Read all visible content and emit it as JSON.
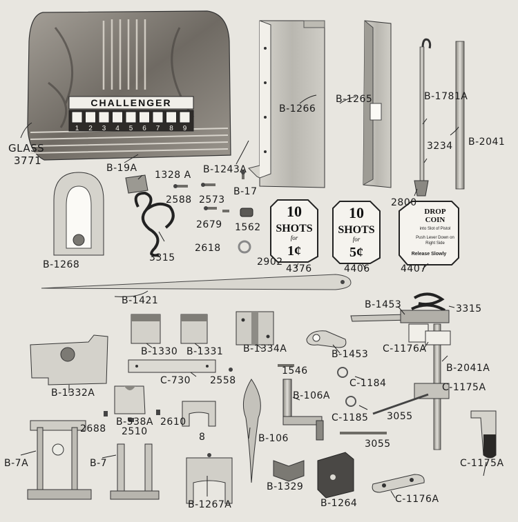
{
  "colors": {
    "paper": "#e8e6e0",
    "metal": "#c9c7c0",
    "metal_dark": "#6e6d68",
    "ink": "#1a1a1a",
    "glass": "#8a8680"
  },
  "glass_marquee": "CHALLENGER",
  "glass_digits": [
    "1",
    "2",
    "3",
    "4",
    "5",
    "6",
    "7",
    "8",
    "9"
  ],
  "cards": {
    "shots_1c": {
      "top": "10",
      "mid": "SHOTS",
      "for": "for",
      "price": "1¢"
    },
    "shots_5c": {
      "top": "10",
      "mid": "SHOTS",
      "for": "for",
      "price": "5¢"
    },
    "drop_coin": {
      "l1": "DROP",
      "l2": "COIN",
      "l3": "into Slot of Pistol",
      "l4": "Push Lever Down on",
      "l5": "Right Side",
      "l6": "Release Slowly"
    }
  },
  "labels": {
    "glass": "GLASS",
    "p3771": "3771",
    "b19a": "B-19A",
    "b1266": "B-1266",
    "b1265": "B-1265",
    "b1781a": "B-1781A",
    "p3234": "3234",
    "b2041": "B-2041",
    "b1243a": "B-1243A",
    "b17": "B-17",
    "p1328a": "1328 A",
    "p2588": "2588",
    "p2573": "2573",
    "p2800": "2800",
    "p2679": "2679",
    "p1562": "1562",
    "p2618": "2618",
    "p2902": "2902",
    "p3315a": "3315",
    "b1268": "B-1268",
    "p4376": "4376",
    "p4406": "4406",
    "p4407": "4407",
    "b1421": "B-1421",
    "b1453a": "B-1453",
    "p3315b": "3315",
    "b1330": "B-1330",
    "b1331": "B-1331",
    "b1334a": "B-1334A",
    "b1453b": "B-1453",
    "c1176a_a": "C-1176A",
    "b2041a": "B-2041A",
    "b1332a": "B-1332A",
    "c730": "C-730",
    "p2558": "2558",
    "p1546": "1546",
    "c1184": "C-1184",
    "b106a": "B-106A",
    "c1175a_a": "C-1175A",
    "c1185": "C-1185",
    "p3055a": "3055",
    "b538a": "B-538A",
    "p2688": "2688",
    "p2510": "2510",
    "p2610": "2610",
    "p8": "8",
    "b106": "B-106",
    "p3055b": "3055",
    "c1175a_b": "C-1175A",
    "b7a": "B-7A",
    "b7": "B-7",
    "b1267a": "B-1267A",
    "b1329": "B-1329",
    "b1264": "B-1264",
    "c1176a_b": "C-1176A"
  }
}
